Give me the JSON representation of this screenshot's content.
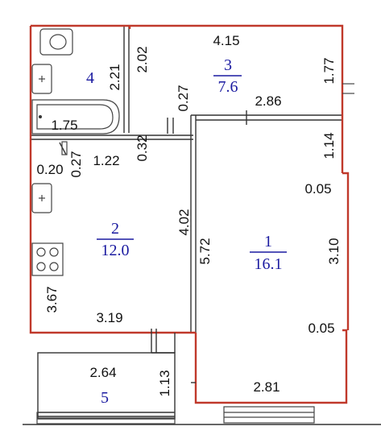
{
  "colors": {
    "outline": "#c0392b",
    "room_label": "#1a1aa0",
    "wall": "#333333",
    "text": "#111111"
  },
  "rooms": [
    {
      "id": "1",
      "number": "1",
      "area": "16.1"
    },
    {
      "id": "2",
      "number": "2",
      "area": "12.0"
    },
    {
      "id": "3",
      "number": "3",
      "area": "7.6"
    },
    {
      "id": "4",
      "number": "4",
      "area": ""
    },
    {
      "id": "5",
      "number": "5",
      "area": ""
    }
  ],
  "dimensions": {
    "d415": "4.15",
    "d221": "2.21",
    "d202": "2.02",
    "d177": "1.77",
    "d027a": "0.27",
    "d286": "2.86",
    "d175": "1.75",
    "d114": "1.14",
    "d032": "0.32",
    "d027b": "0.27",
    "d020": "0.20",
    "d122": "1.22",
    "d005a": "0.05",
    "d402": "4.02",
    "d572": "5.72",
    "d310": "3.10",
    "d367": "3.67",
    "d319": "3.19",
    "d005b": "0.05",
    "d264": "2.64",
    "d113": "1.13",
    "d281": "2.81"
  },
  "icons": [
    "toilet-icon",
    "sink-icon",
    "bathtub-icon",
    "stove-icon",
    "door-icon",
    "window-icon"
  ]
}
